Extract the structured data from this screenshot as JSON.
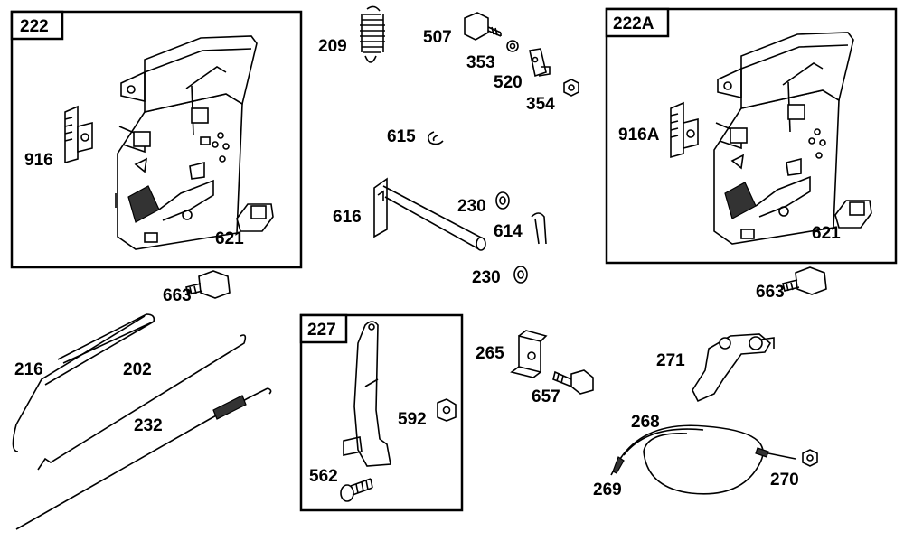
{
  "groups": [
    {
      "id": "222",
      "label": "222"
    },
    {
      "id": "222a",
      "label": "222A"
    },
    {
      "id": "227",
      "label": "227"
    }
  ],
  "callouts": {
    "p916": "916",
    "p621_left": "621",
    "p663_left": "663",
    "p209": "209",
    "p507": "507",
    "p353": "353",
    "p520": "520",
    "p354": "354",
    "p615": "615",
    "p616": "616",
    "p230_top": "230",
    "p614": "614",
    "p230_bottom": "230",
    "p916a": "916A",
    "p621_right": "621",
    "p663_right": "663",
    "p216": "216",
    "p202": "202",
    "p232": "232",
    "p592": "592",
    "p562": "562",
    "p265": "265",
    "p657": "657",
    "p271": "271",
    "p268": "268",
    "p269": "269",
    "p270": "270"
  }
}
